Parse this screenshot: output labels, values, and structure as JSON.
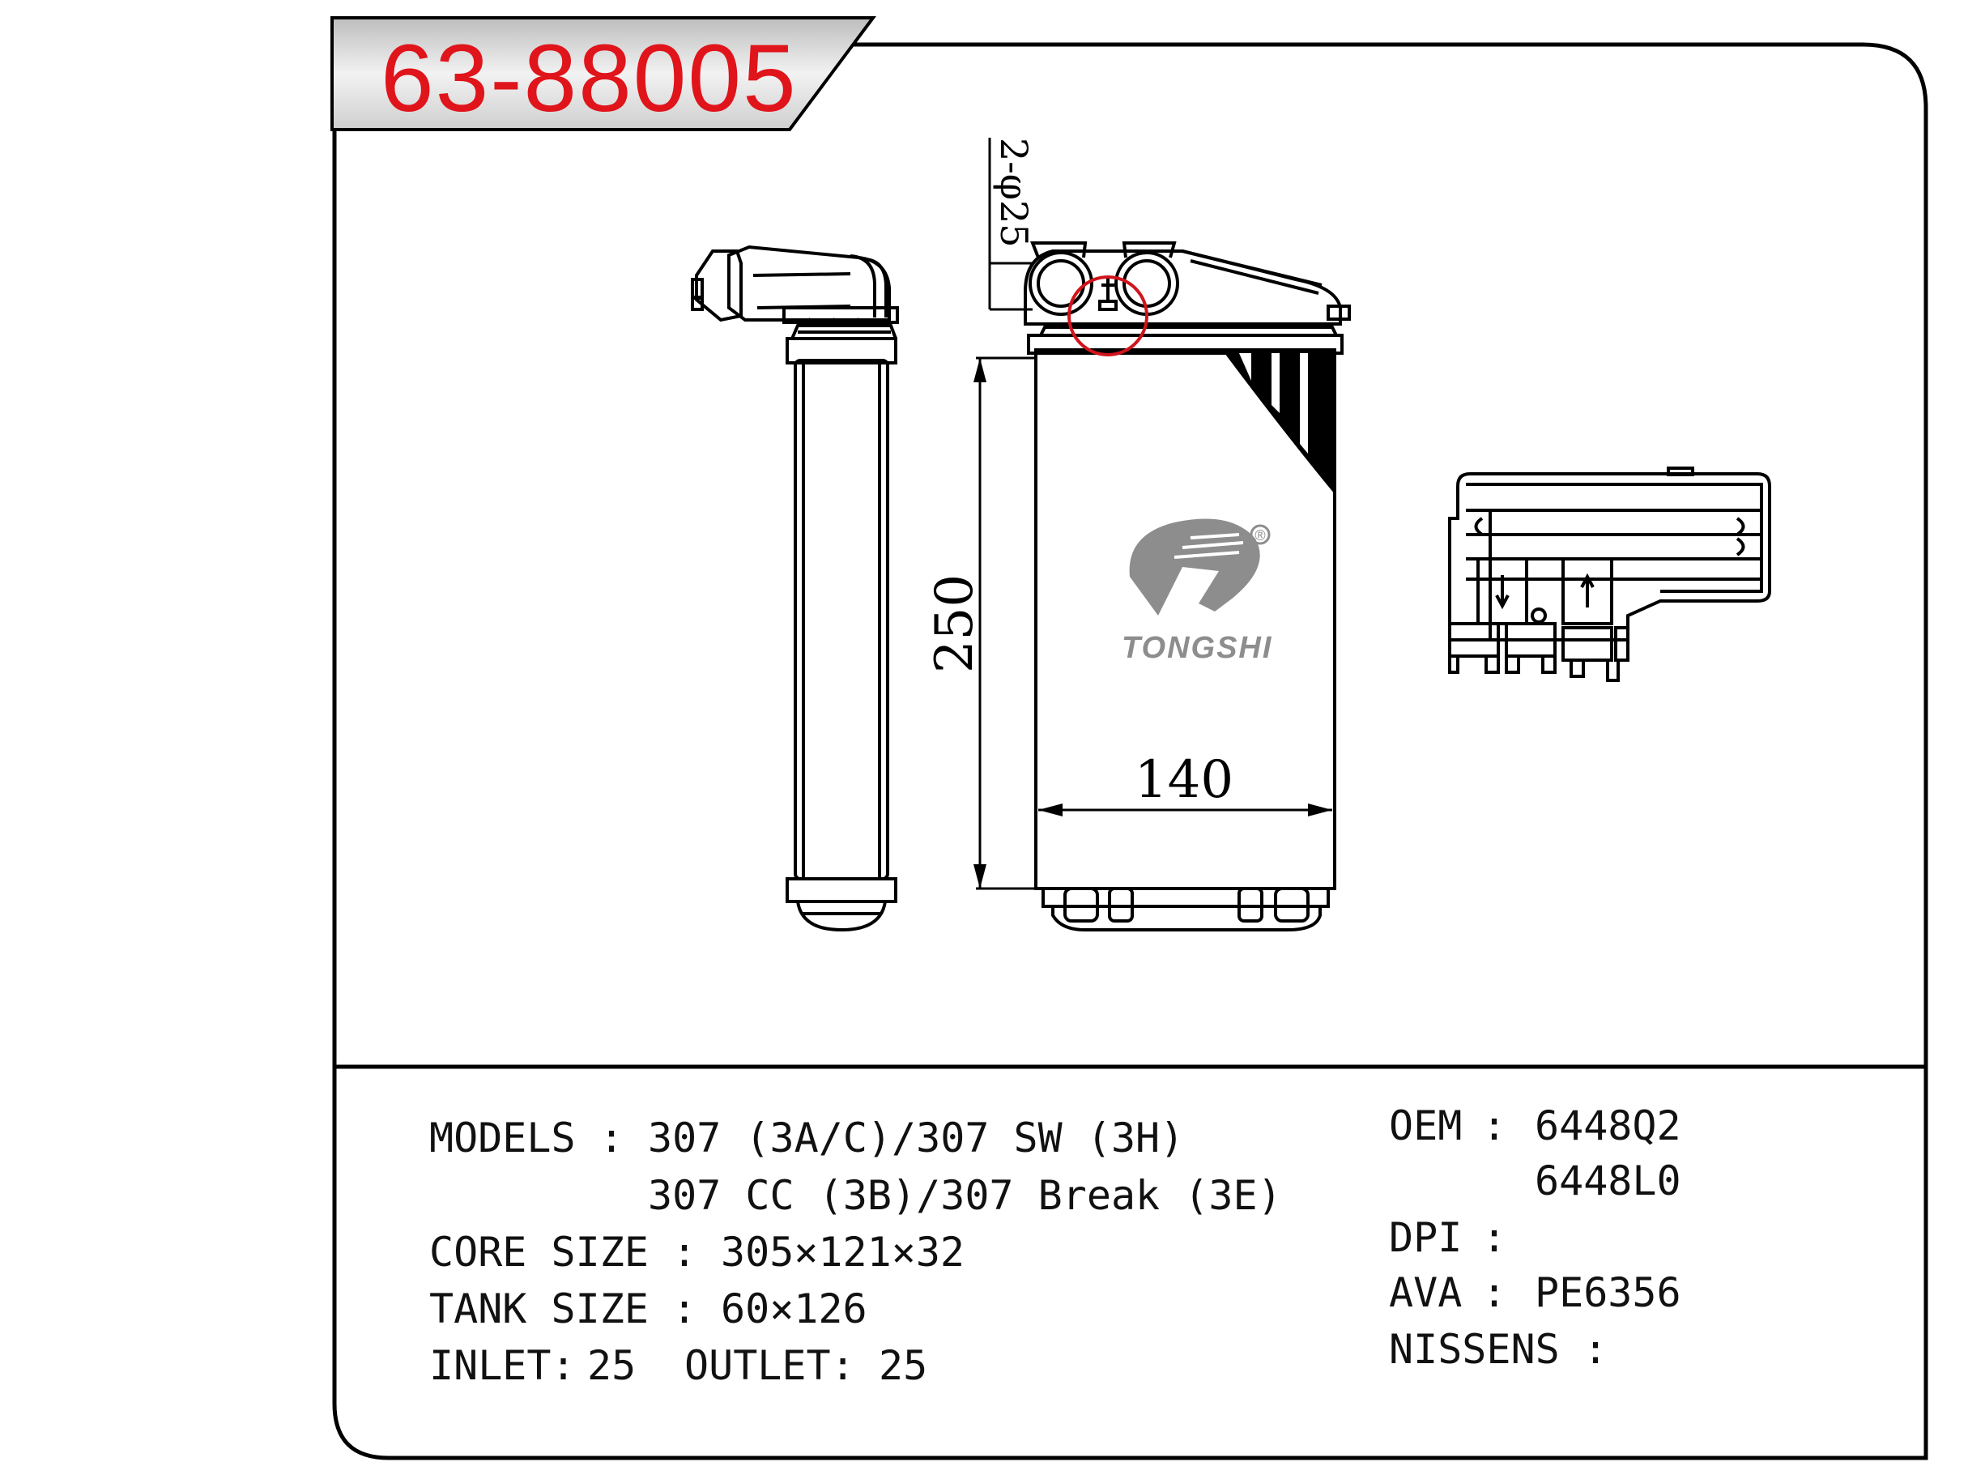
{
  "part_number": "63-88005",
  "dimensions": {
    "height": "250",
    "width": "140",
    "pipe": "2-φ25"
  },
  "logo": {
    "brand": "TONGSHI",
    "mark": "®"
  },
  "specs": {
    "models_label": "MODELS",
    "models_line1": "307 (3A/C)/307 SW (3H)",
    "models_line2": "307 CC (3B)/307 Break (3E)",
    "core_label": "CORE SIZE",
    "core_value": "305×121×32",
    "tank_label": "TANK SIZE",
    "tank_value": "60×126",
    "inlet_label": "INLET:",
    "inlet_value": "25",
    "outlet_label": "OUTLET:",
    "outlet_value": "25",
    "oem_label": "OEM",
    "oem_value1": "6448Q2",
    "oem_value2": "6448L0",
    "dpi_label": "DPI",
    "dpi_value": "",
    "ava_label": "AVA",
    "ava_value": "PE6356",
    "nissens_label": "NISSENS",
    "nissens_value": "",
    "separator": ":"
  },
  "colors": {
    "part_number": "#e0141b",
    "badge_bg": "#d9d9d9",
    "logo_grey": "#8d8d8d",
    "line": "#000000"
  }
}
